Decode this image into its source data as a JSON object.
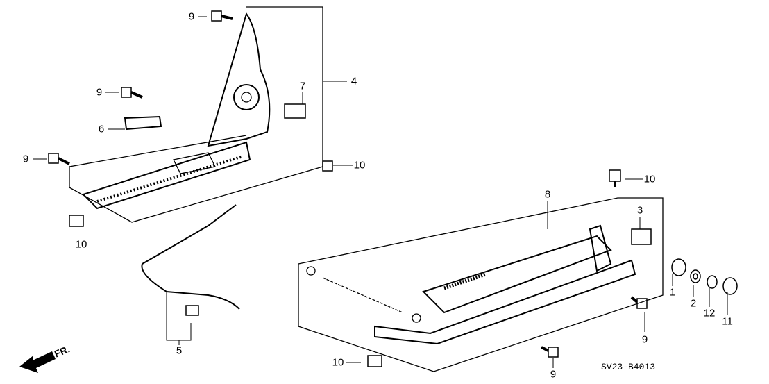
{
  "diagram_title_code": "SV23-B4013",
  "direction_marker": "FR.",
  "callouts": {
    "c9a": "9",
    "c4": "4",
    "c7": "7",
    "c9b": "9",
    "c6": "6",
    "c9c": "9",
    "c10a": "10",
    "c10b": "10",
    "c8": "8",
    "c10c": "10",
    "c3": "3",
    "c1": "1",
    "c2": "2",
    "c12": "12",
    "c11": "11",
    "c9d": "9",
    "c5": "5",
    "c10d": "10",
    "c9e": "9"
  }
}
